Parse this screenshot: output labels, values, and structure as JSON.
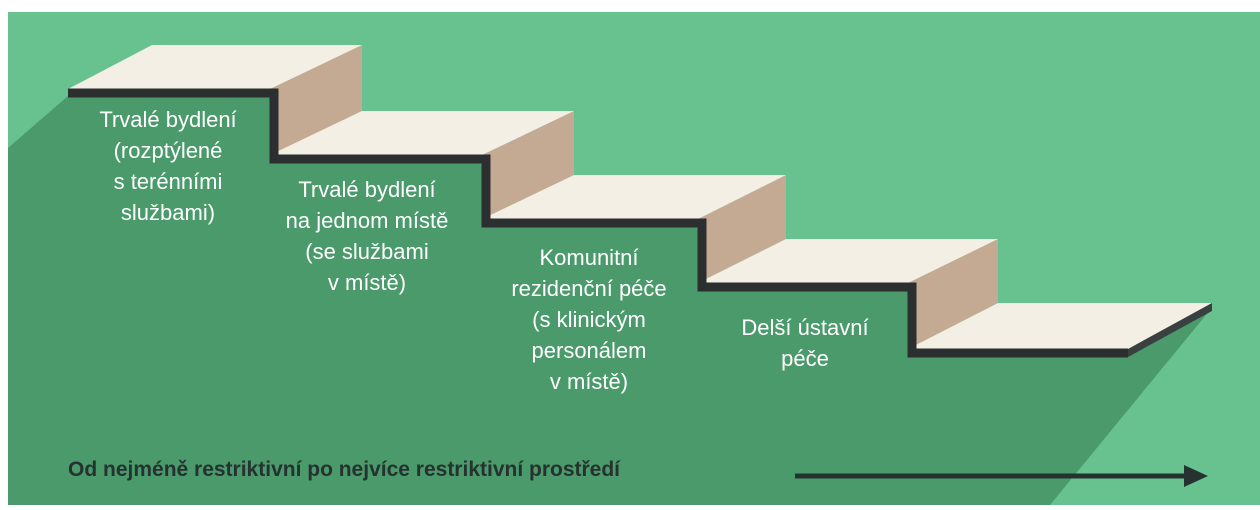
{
  "colors": {
    "background_light": "#68c290",
    "shadow_green": "#4a9a6c",
    "tread": "#f3efe5",
    "riser": "#c4aa93",
    "edge": "#2b2f30",
    "arrow": "#26322f",
    "label_text": "#ffffff"
  },
  "steps": [
    {
      "label": "Trvalé bydlení\n(rozptýlené\ns terénními\nslužbami)"
    },
    {
      "label": "Trvalé bydlení\nna jednom místě\n(se službami\nv místě)"
    },
    {
      "label": "Komunitní\nrezidenční péče\n(s klinickým\npersonálem\nv místě)"
    },
    {
      "label": "Delší ústavní\npéče"
    }
  ],
  "caption": "Od nejméně restriktivní po nejvíce restriktivní prostředí",
  "arrow_icon": "arrow-right-icon"
}
